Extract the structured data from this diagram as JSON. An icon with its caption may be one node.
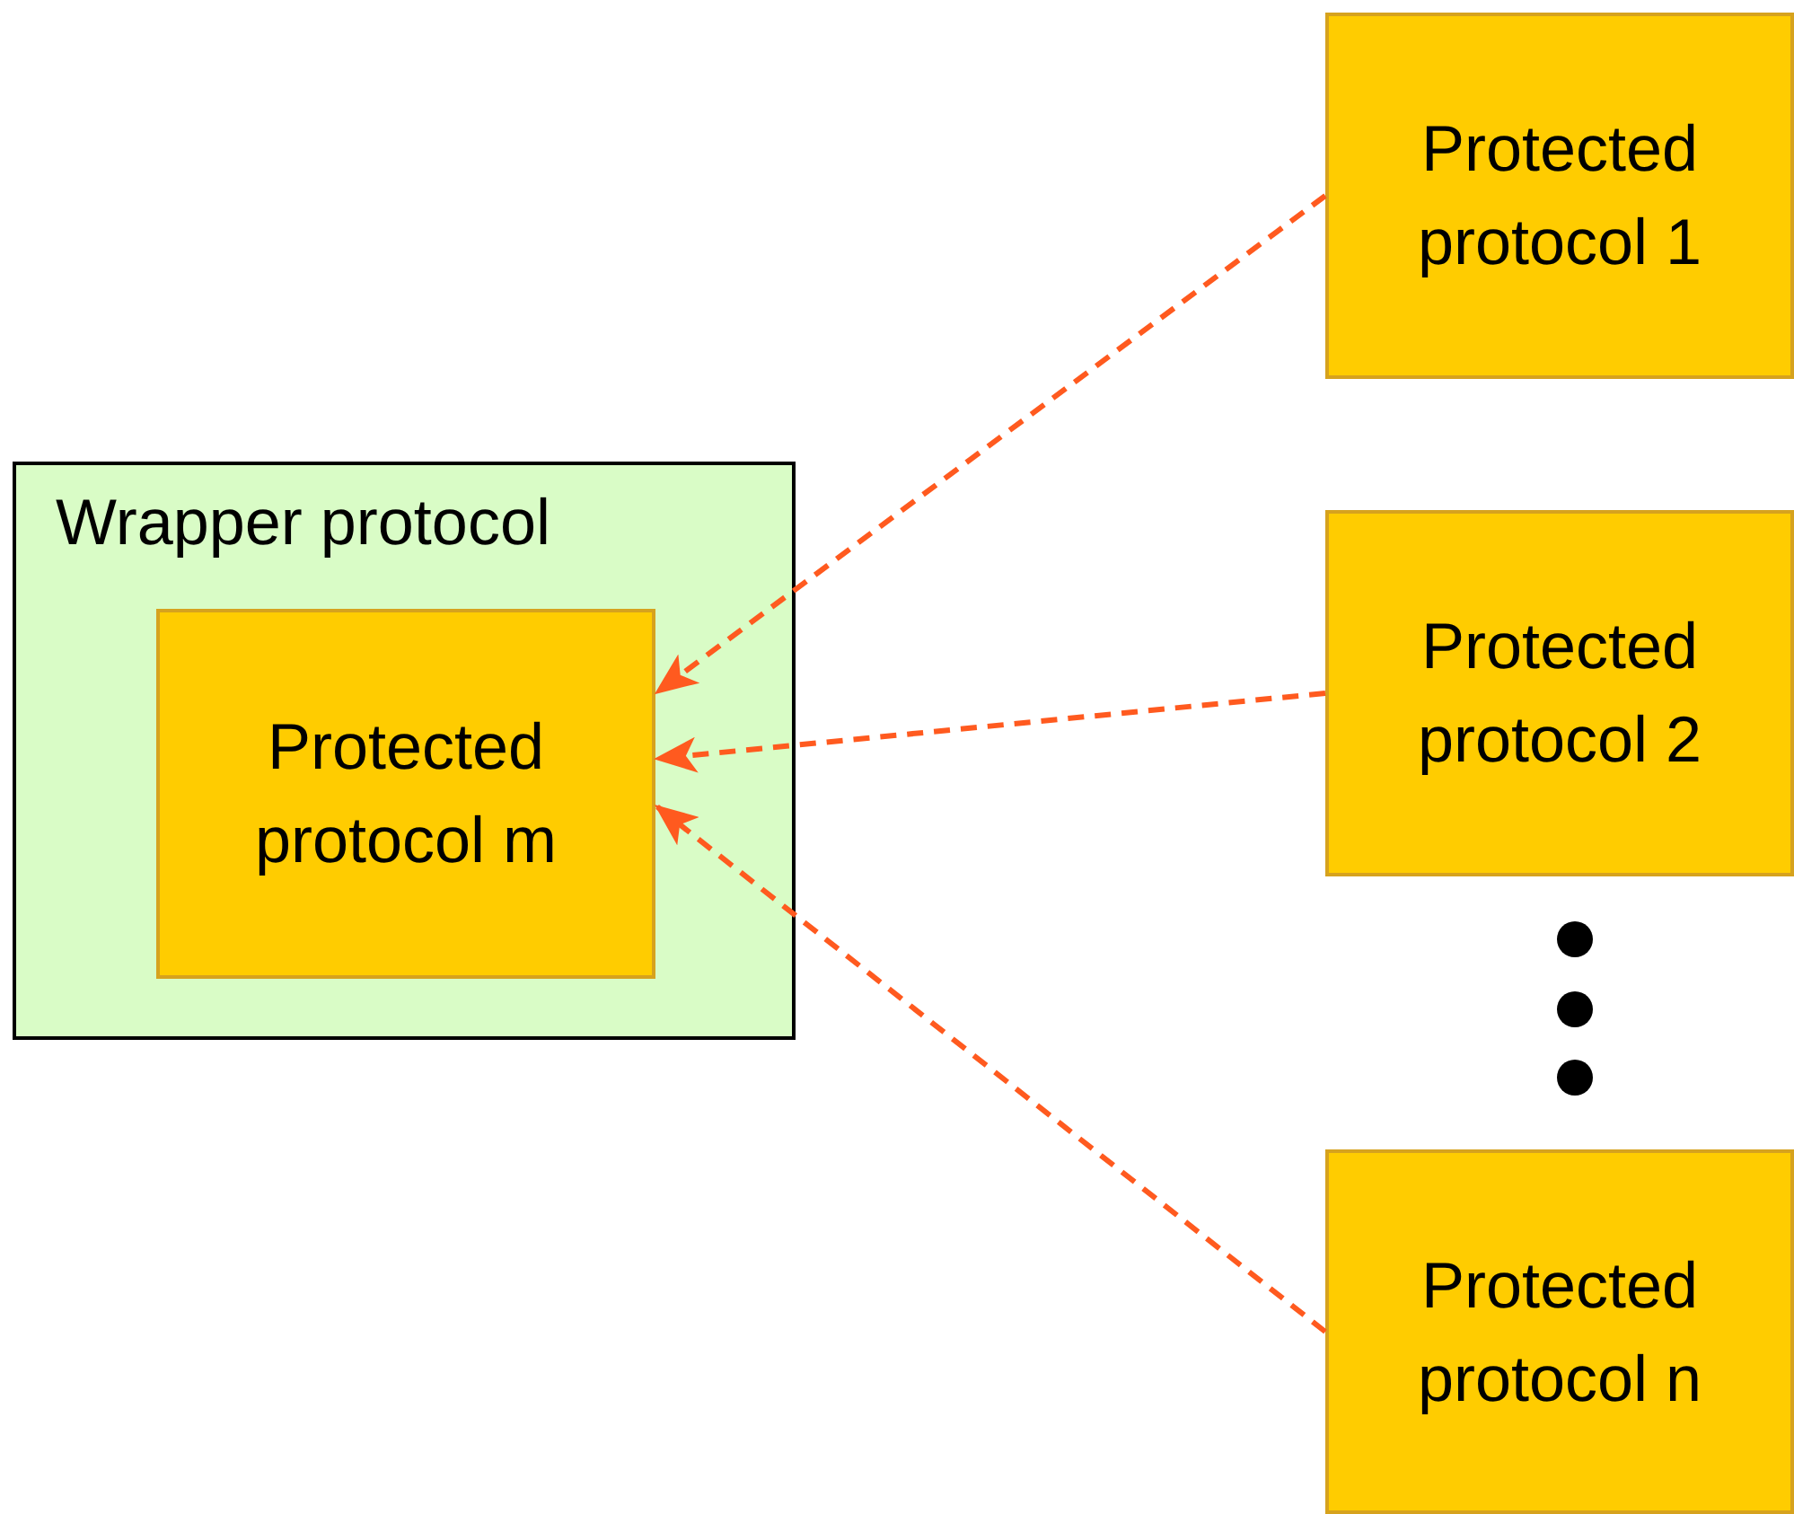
{
  "diagram": {
    "nodes": [
      {
        "text": [
          "Wrapper protocol"
        ]
      },
      {
        "text": [
          "Protected protocol m"
        ],
        "in": 0
      },
      {
        "text": [
          "Protected protocol 1"
        ]
      },
      {
        "text": [
          "Protected protocol 2"
        ]
      },
      {
        "text": [
          "Protected protocol n"
        ]
      }
    ],
    "edges": [
      {
        "from": 2,
        "to": 1,
        "arrow": "to",
        "style": "dashed",
        "color": "#ff5a1f"
      },
      {
        "from": 3,
        "to": 1,
        "arrow": "to",
        "style": "dashed",
        "color": "#ff5a1f"
      },
      {
        "from": 4,
        "to": 1,
        "arrow": "to",
        "style": "dashed",
        "color": "#ff5a1f"
      }
    ]
  }
}
